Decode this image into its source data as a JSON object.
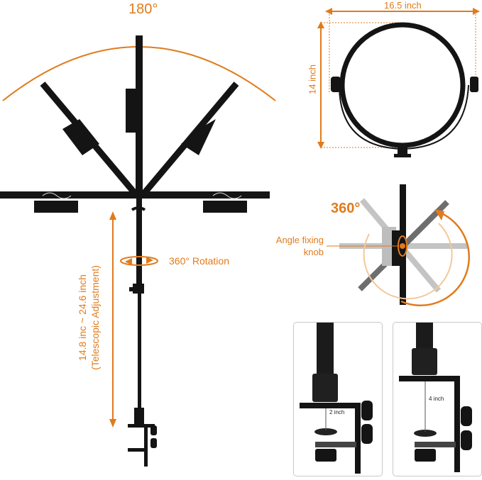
{
  "colors": {
    "accent": "#e07b1c",
    "product": "#141414",
    "panel_border": "#c8c8c8",
    "background": "#ffffff"
  },
  "tilt_view": {
    "angle_label": "180°",
    "height_label_line1": "14.8 inc ~ 24.6 inch",
    "height_label_line2": "(Telescopic Adjustment)",
    "rotation_label": "360° Rotation",
    "icons": [
      "arc-arrow-icon",
      "rotation-arrow-icon",
      "double-arrow-icon"
    ]
  },
  "dimension_view": {
    "width_label": "16.5 inch",
    "height_label": "14 inch"
  },
  "rotation_view": {
    "angle_label": "360°",
    "knob_label_line1": "Angle fixing",
    "knob_label_line2": "knob"
  },
  "clamp_views": [
    {
      "opening_label": "2 inch"
    },
    {
      "opening_label": "4 inch"
    }
  ]
}
